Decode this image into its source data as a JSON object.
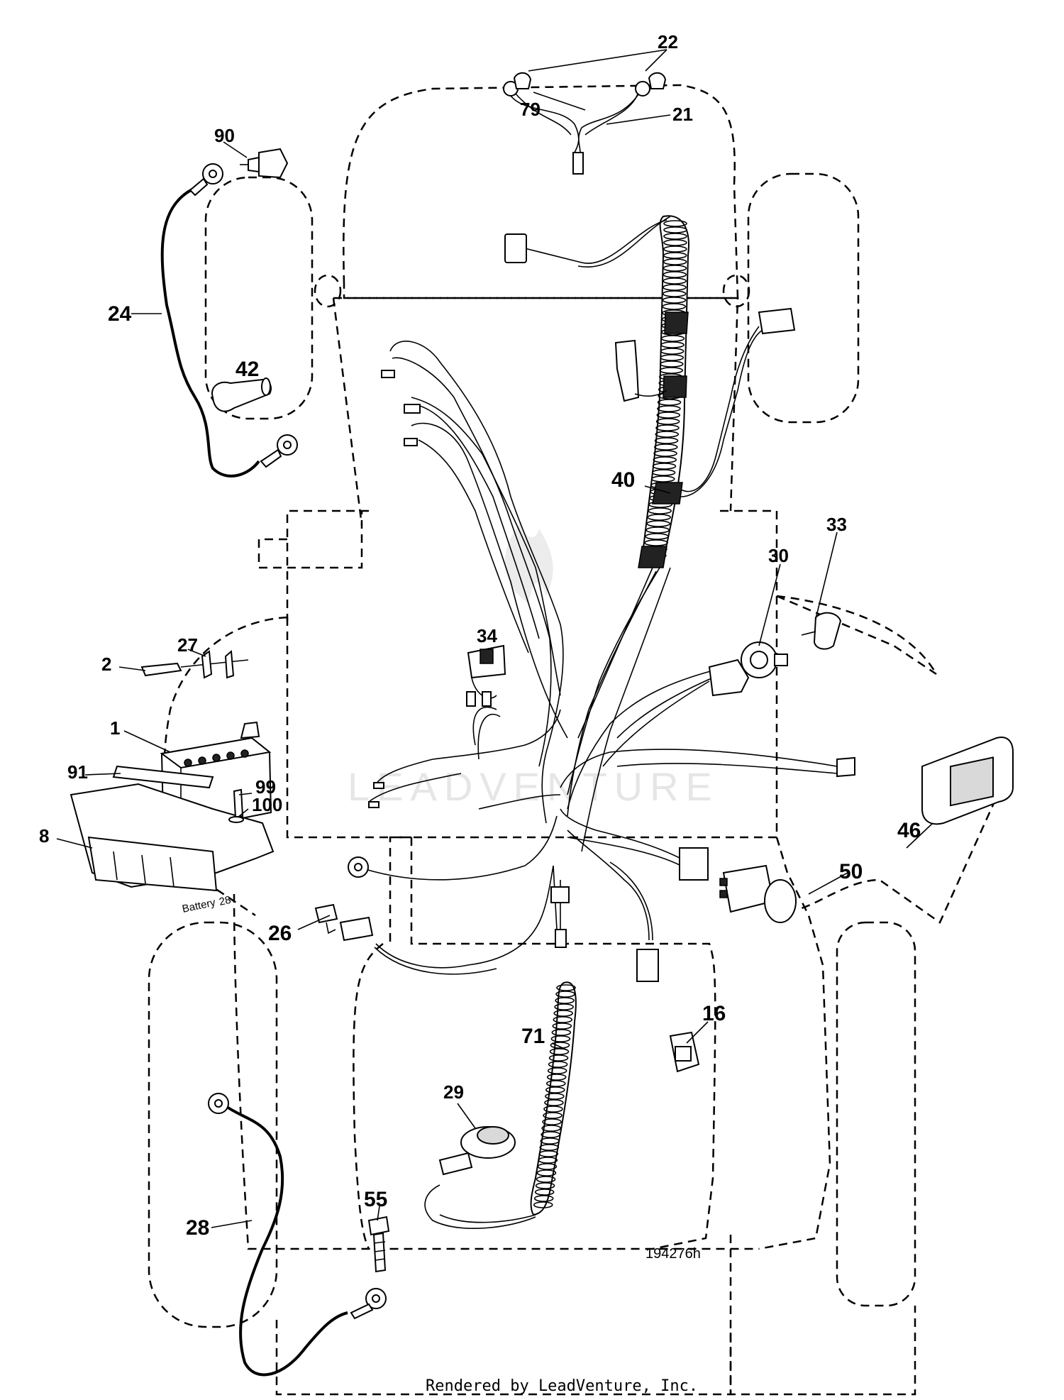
{
  "diagram": {
    "part_labels": [
      {
        "id": "p1",
        "text": "1"
      },
      {
        "id": "p2",
        "text": "2"
      },
      {
        "id": "p8",
        "text": "8"
      },
      {
        "id": "p16",
        "text": "16"
      },
      {
        "id": "p21",
        "text": "21"
      },
      {
        "id": "p22",
        "text": "22"
      },
      {
        "id": "p24",
        "text": "24"
      },
      {
        "id": "p26",
        "text": "26"
      },
      {
        "id": "p27",
        "text": "27"
      },
      {
        "id": "p28",
        "text": "28"
      },
      {
        "id": "p29",
        "text": "29"
      },
      {
        "id": "p30",
        "text": "30"
      },
      {
        "id": "p33",
        "text": "33"
      },
      {
        "id": "p34",
        "text": "34"
      },
      {
        "id": "p40",
        "text": "40"
      },
      {
        "id": "p42",
        "text": "42"
      },
      {
        "id": "p46",
        "text": "46"
      },
      {
        "id": "p50",
        "text": "50"
      },
      {
        "id": "p55",
        "text": "55"
      },
      {
        "id": "p71",
        "text": "71"
      },
      {
        "id": "p79",
        "text": "79"
      },
      {
        "id": "p90",
        "text": "90"
      },
      {
        "id": "p91",
        "text": "91"
      },
      {
        "id": "p99",
        "text": "99"
      },
      {
        "id": "p100",
        "text": "100"
      }
    ],
    "battery_label": "Battery",
    "battery_ref": "28",
    "drawing_number": "194276h",
    "watermark": "LEADVENTURE"
  },
  "footer": {
    "text": "Rendered by LeadVenture, Inc."
  }
}
